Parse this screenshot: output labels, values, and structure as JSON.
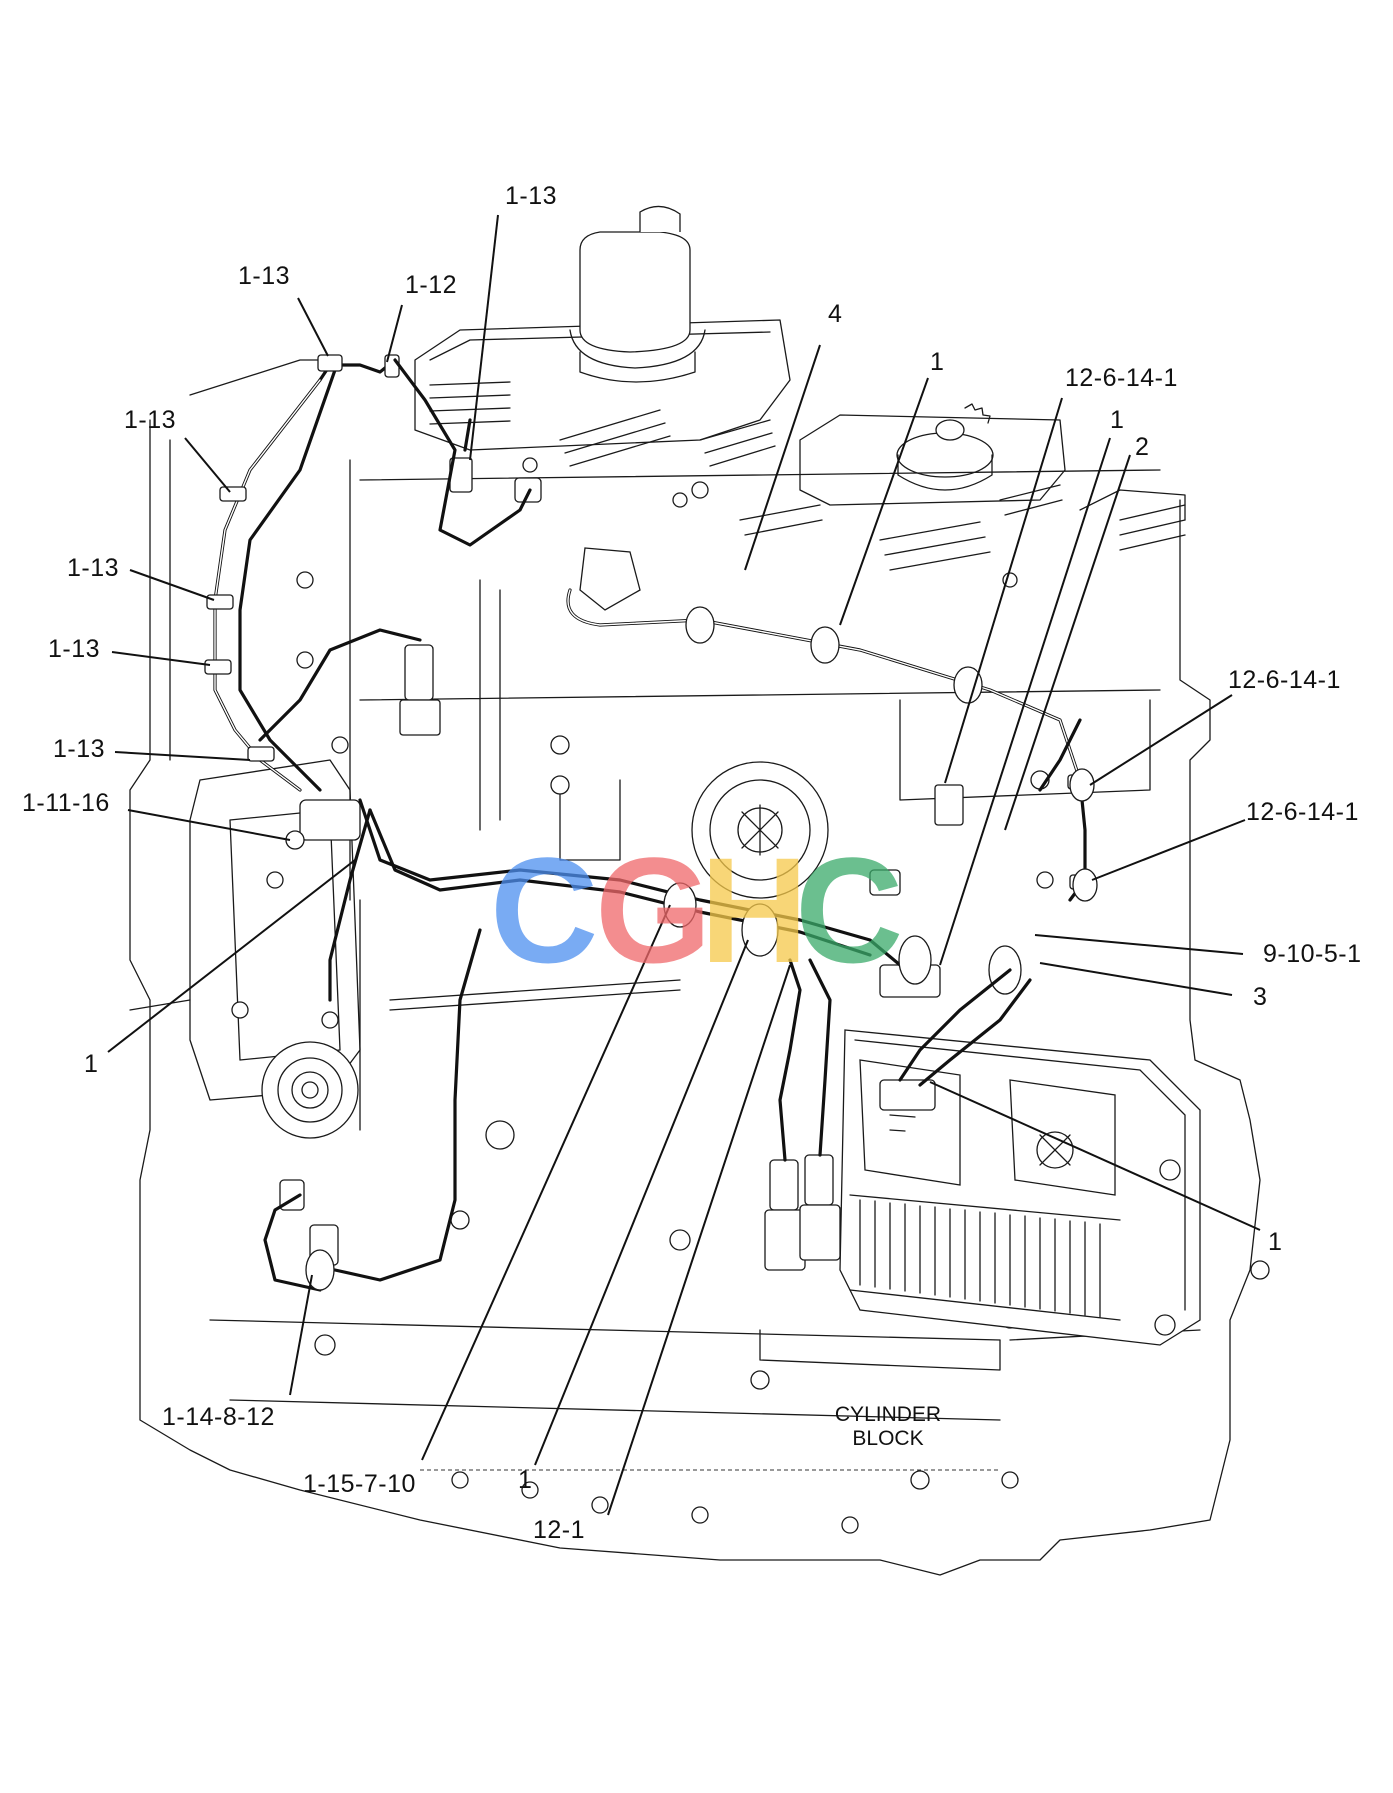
{
  "callouts": {
    "top_left_113": "1-13",
    "top_center_113": "1-13",
    "top_112": "1-12",
    "left_113_a": "1-13",
    "left_113_b": "1-13",
    "left_113_c": "1-13",
    "left_113_d": "1-13",
    "left_11116": "1-11-16",
    "left_1": "1",
    "label_4": "4",
    "label_1_top": "1",
    "label_12614_top": "12-6-14-1",
    "label_1_right": "1",
    "label_2": "2",
    "label_12614_mid": "12-6-14-1",
    "label_12614_low": "12-6-14-1",
    "label_91051": "9-10-5-1",
    "label_3": "3",
    "label_1_ecm": "1",
    "label_14812": "1-14-8-12",
    "label_115710": "1-15-7-10",
    "label_1_bottom": "1",
    "label_121": "12-1"
  },
  "block_label": {
    "line1": "CYLINDER",
    "line2": "BLOCK"
  },
  "watermark": {
    "letters": [
      "C",
      "G",
      "H",
      "C"
    ],
    "colors": [
      "#4d8ff0",
      "#f0686a",
      "#f6c94a",
      "#3aaa6a"
    ]
  }
}
